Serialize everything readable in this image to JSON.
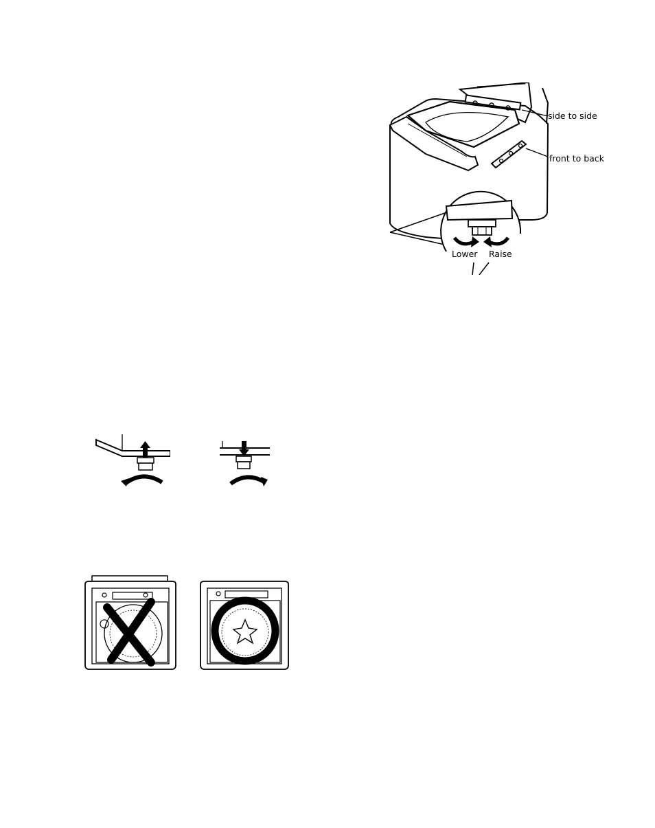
{
  "leveling_figure": {
    "label_side_to_side": "side to side",
    "label_front_to_back": "front to back",
    "label_lower": "Lower",
    "label_raise": "Raise"
  },
  "tub_figures": {
    "wrong_icon": "cross-mark-icon",
    "right_icon": "circle-mark-icon"
  },
  "foot_figures": {
    "raise_icon": "arrow-up-icon",
    "lower_icon": "arrow-down-icon"
  }
}
